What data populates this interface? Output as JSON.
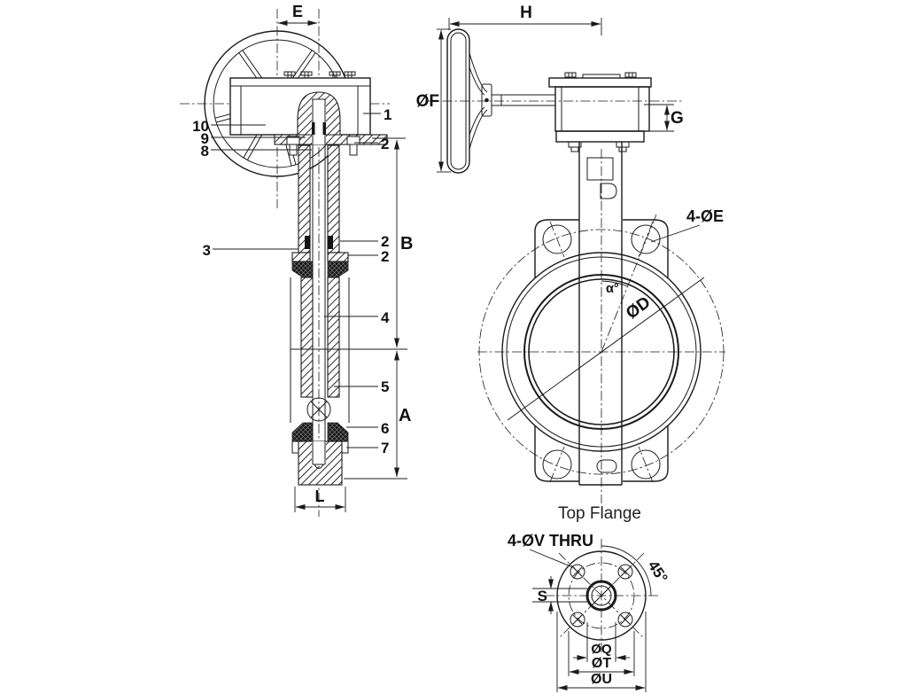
{
  "colors": {
    "background": "#ffffff",
    "line": "#1b1b1b"
  },
  "front_section_view": {
    "dim_e": "E",
    "dim_b": "B",
    "dim_a": "A",
    "dim_l": "L",
    "part_1": "1",
    "part_2_top": "2",
    "part_2_upper": "2",
    "part_2_lower": "2",
    "part_3": "3",
    "part_4": "4",
    "part_5": "5",
    "part_6": "6",
    "part_7": "7",
    "part_8": "8",
    "part_9": "9",
    "part_10": "10"
  },
  "side_view": {
    "dim_h": "H",
    "dim_f": "ØF",
    "dim_g": "G"
  },
  "front_view": {
    "bolt_pattern": "4-ØE",
    "disc_angle": "α°",
    "dim_d": "ØD",
    "caption": "Top Flange"
  },
  "top_flange_view": {
    "thru_holes": "4-ØV THRU",
    "hole_angle": "45°",
    "dim_s": "S",
    "dim_q": "ØQ",
    "dim_t": "ØT",
    "dim_u": "ØU"
  }
}
